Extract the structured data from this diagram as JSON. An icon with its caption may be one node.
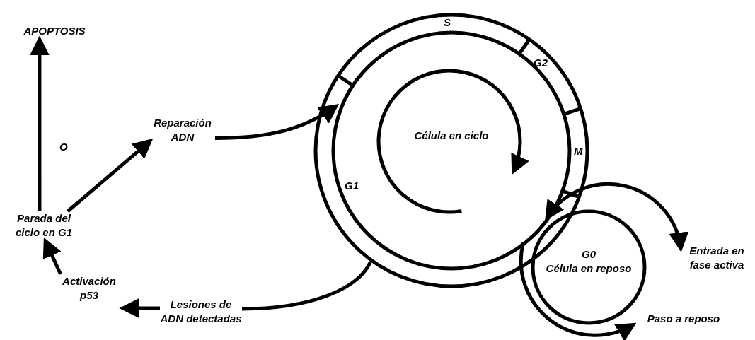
{
  "diagram": {
    "nodes": [
      {
        "text": [
          "APOPTOSIS"
        ]
      },
      {
        "text": [
          "Parada del ciclo en G1"
        ]
      },
      {
        "text": [
          "Activación p53"
        ]
      },
      {
        "text": [
          "Lesiones de ADN detectadas"
        ]
      },
      {
        "text": [
          "Reparación ADN"
        ]
      },
      {
        "text": [
          "Célula en ciclo"
        ]
      },
      {
        "text": [
          "G0",
          "Célula en reposo"
        ]
      },
      {
        "text": [
          "Entrada en fase activa"
        ]
      },
      {
        "text": [
          "Paso a reposo"
        ]
      }
    ],
    "edges": [
      {
        "from": 1,
        "to": 0,
        "arrow": "to"
      },
      {
        "from": 1,
        "to": 4,
        "arrow": "to"
      },
      {
        "from": 2,
        "to": 1,
        "arrow": "to"
      },
      {
        "from": 3,
        "to": 2,
        "arrow": "to"
      },
      {
        "from": 5,
        "to": 3,
        "arrow": "none"
      },
      {
        "from": 4,
        "to": 5,
        "arrow": "to"
      },
      {
        "from": 5,
        "to": 7,
        "arrow": "both"
      },
      {
        "from": 5,
        "to": 8,
        "arrow": "to"
      }
    ],
    "labels": [
      "S",
      "G2",
      "O",
      "M",
      "G1"
    ]
  }
}
